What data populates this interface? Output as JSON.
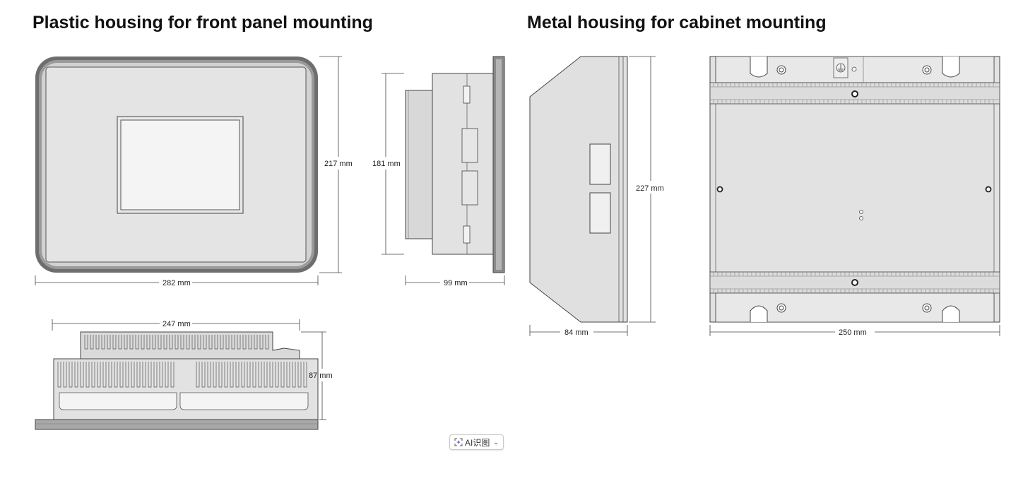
{
  "titles": {
    "plastic": "Plastic housing for front panel mounting",
    "metal": "Metal housing for cabinet mounting"
  },
  "dimensions": {
    "plastic_height": "217 mm",
    "plastic_width": "282 mm",
    "side_height": "181 mm",
    "side_depth": "99 mm",
    "bottom_width": "247 mm",
    "bottom_depth": "87 mm",
    "metal_height": "227 mm",
    "metal_depth": "84 mm",
    "metal_width": "250 mm"
  },
  "ai_button": {
    "label": "AI识图"
  }
}
